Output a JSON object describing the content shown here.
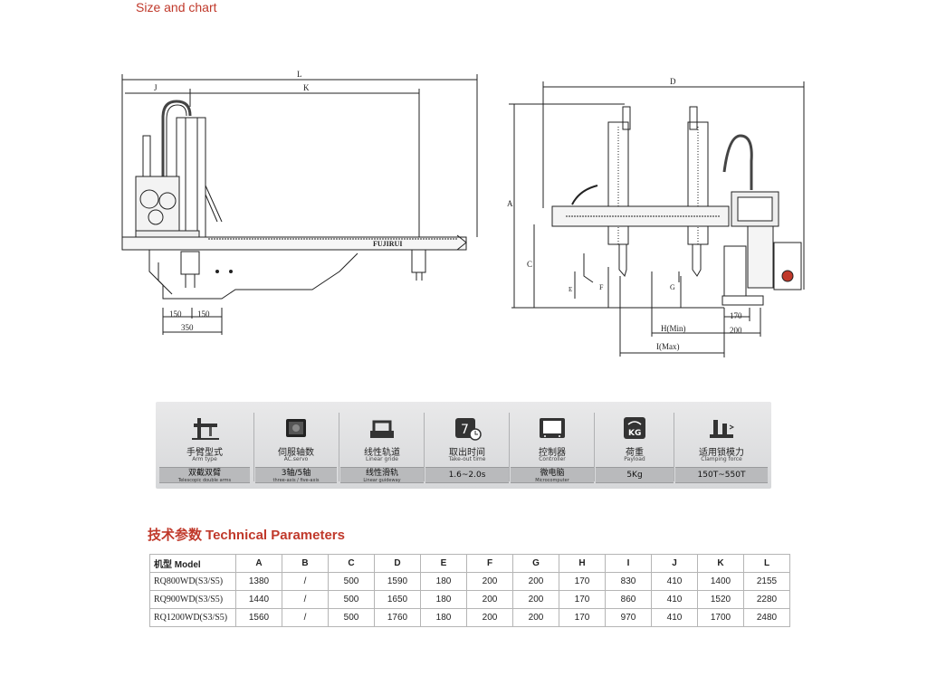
{
  "header": {
    "title": "Size and chart"
  },
  "drawing": {
    "side_view": {
      "dims": {
        "L": "L",
        "J": "J",
        "K": "K",
        "d150a": "150",
        "d150b": "150",
        "d350": "350"
      },
      "brand_text": "FUJIRUI"
    },
    "front_view": {
      "dims": {
        "D": "D",
        "A": "A",
        "C": "C",
        "E": "E",
        "F": "F",
        "G": "G",
        "H": "H(Min)",
        "I": "I(Max)",
        "d170": "170",
        "d200": "200"
      }
    }
  },
  "specs": [
    {
      "icon": "arm-icon",
      "cn": "手臂型式",
      "en": "Arm type",
      "value_cn": "双截双臂",
      "value_en": "Telescopic double arms"
    },
    {
      "icon": "servo-motor-icon",
      "cn": "伺服轴数",
      "en": "AC.servo",
      "value_cn": "3轴/5轴",
      "value_en": "three-axis / five-axis"
    },
    {
      "icon": "linear-guide-icon",
      "cn": "线性轨道",
      "en": "Linear gride",
      "value_cn": "线性滑轨",
      "value_en": "Linear guideway"
    },
    {
      "icon": "clock-calendar-icon",
      "cn": "取出时间",
      "en": "Take-out time",
      "value": "1.6~2.0s",
      "icon_text": "7"
    },
    {
      "icon": "controller-icon",
      "cn": "控制器",
      "en": "Controller",
      "value_cn": "微电脑",
      "value_en": "Microcomputer"
    },
    {
      "icon": "weight-icon",
      "cn": "荷重",
      "en": "Payload",
      "value": "5Kg",
      "icon_text": "KG"
    },
    {
      "icon": "clamp-icon",
      "cn": "适用锁模力",
      "en": "Clamping force",
      "value": "150T~550T"
    }
  ],
  "technical": {
    "title_cn": "技术参数",
    "title_en": "Technical Parameters",
    "headers": [
      "机型 Model",
      "A",
      "B",
      "C",
      "D",
      "E",
      "F",
      "G",
      "H",
      "I",
      "J",
      "K",
      "L"
    ],
    "rows": [
      [
        "RQ800WD(S3/S5)",
        "1380",
        "/",
        "500",
        "1590",
        "180",
        "200",
        "200",
        "170",
        "830",
        "410",
        "1400",
        "2155"
      ],
      [
        "RQ900WD(S3/S5)",
        "1440",
        "/",
        "500",
        "1650",
        "180",
        "200",
        "200",
        "170",
        "860",
        "410",
        "1520",
        "2280"
      ],
      [
        "RQ1200WD(S3/S5)",
        "1560",
        "/",
        "500",
        "1760",
        "180",
        "200",
        "200",
        "170",
        "970",
        "410",
        "1700",
        "2480"
      ]
    ]
  }
}
